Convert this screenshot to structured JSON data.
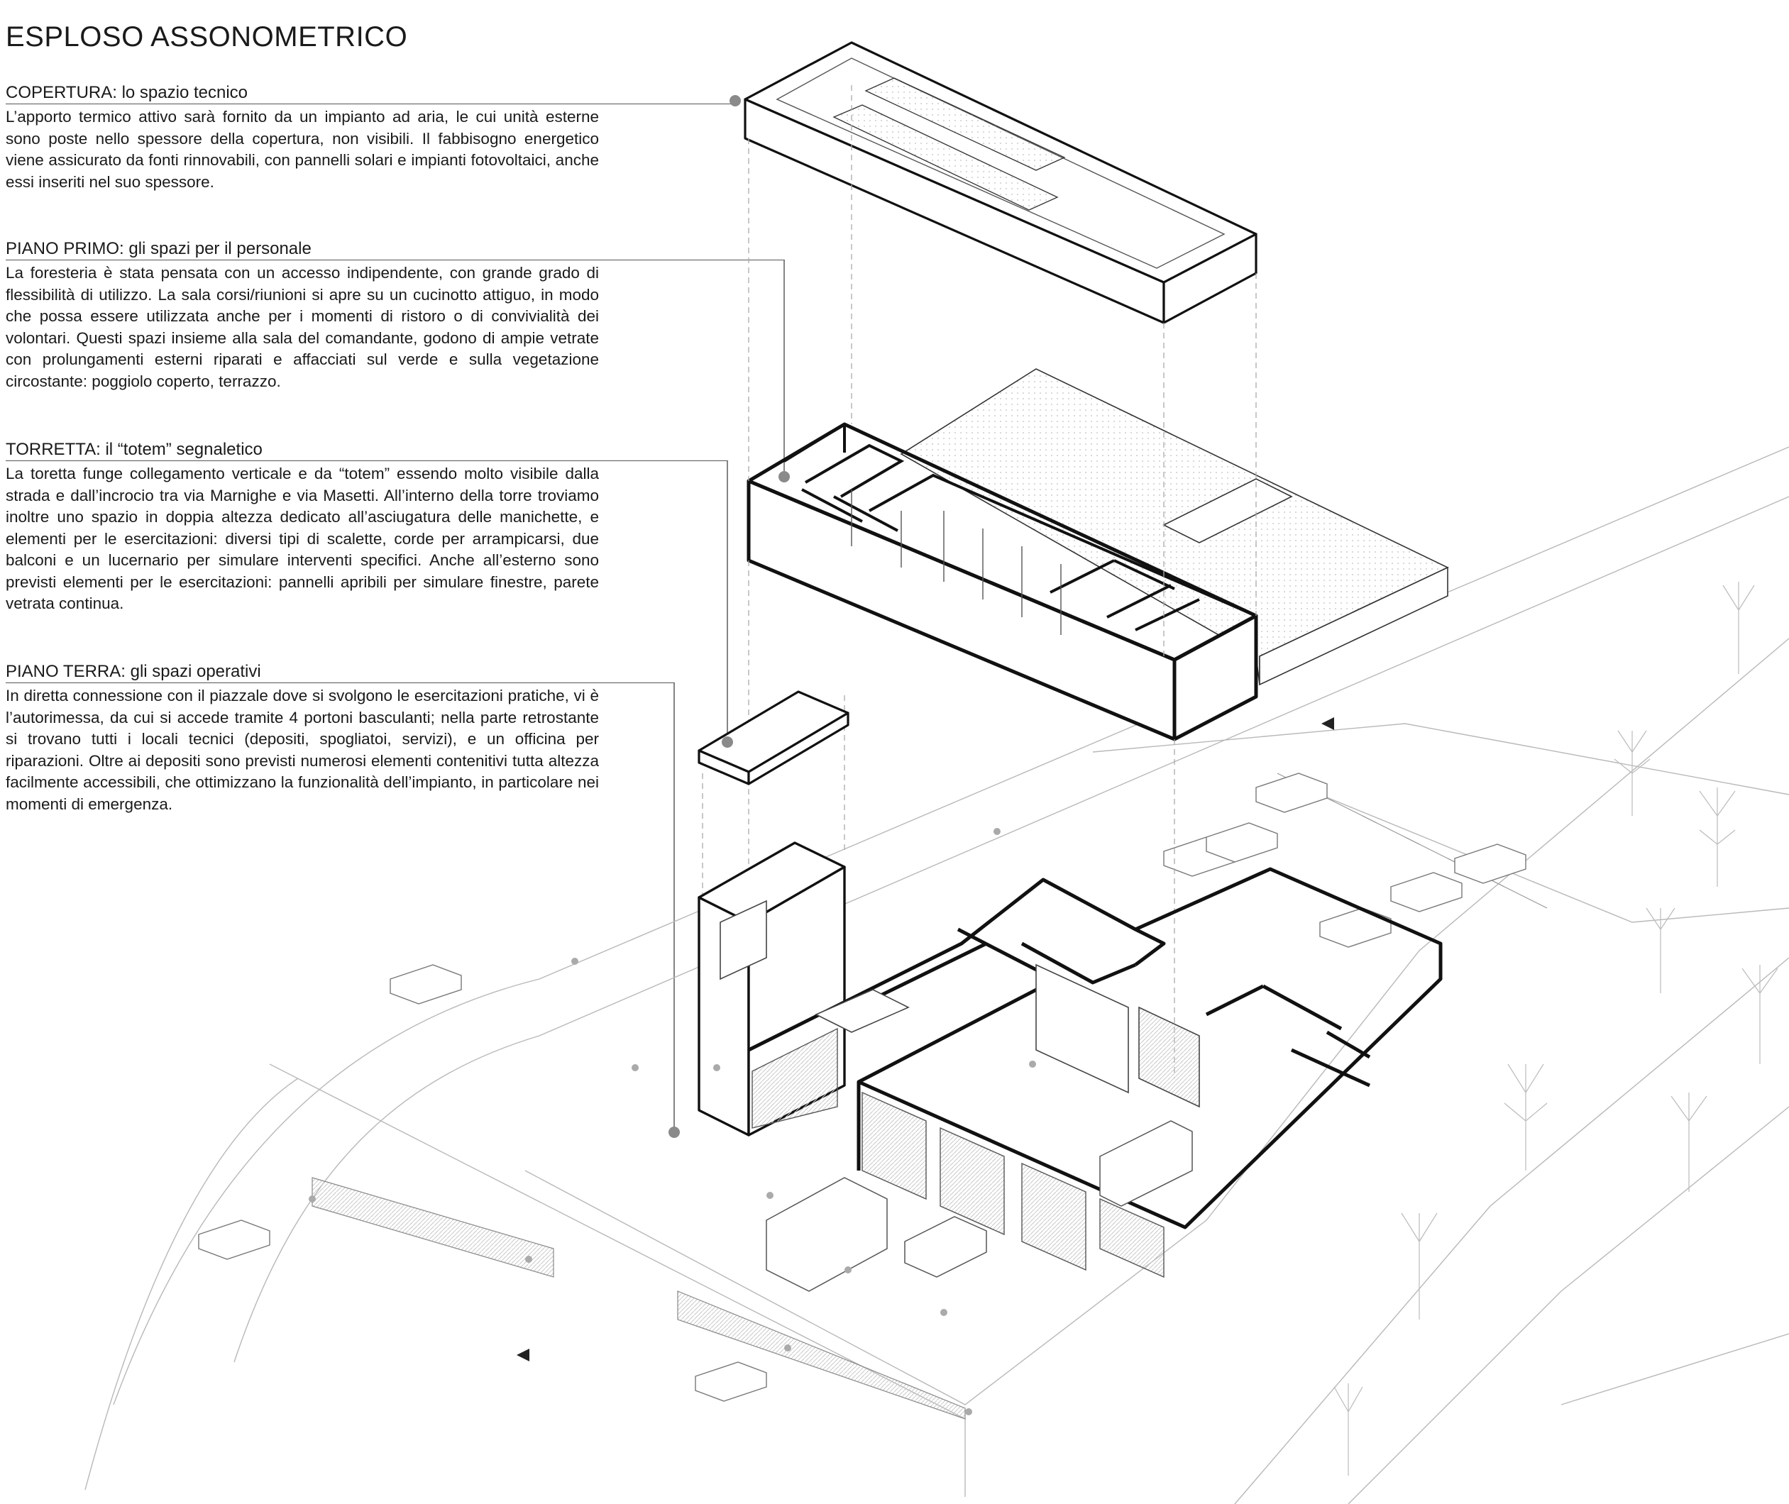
{
  "title": "ESPLOSO ASSONOMETRICO",
  "sections": [
    {
      "heading": "COPERTURA: lo spazio tecnico",
      "body": "L’apporto termico attivo sarà fornito da un impianto ad aria, le cui unità esterne sono poste nello spessore della copertura, non visibili. Il fabbisogno energetico viene assicurato da fonti rinnovabili, con pannelli solari e impianti fotovoltaici, anche essi inseriti nel suo spessore."
    },
    {
      "heading": "PIANO PRIMO: gli spazi per il personale",
      "body": "La foresteria è stata pensata con un accesso indipendente, con grande grado di flessibilità di utilizzo. La sala corsi/riunioni si apre su un cucinotto attiguo, in modo che possa essere utilizzata anche per i momenti di ristoro o di convivialità dei volontari. Questi spazi insieme alla sala del comandante, godono di ampie vetrate con prolungamenti esterni riparati e affacciati sul verde e sulla vegetazione circostante: poggiolo coperto, terrazzo."
    },
    {
      "heading": "TORRETTA: il “totem” segnaletico",
      "body": "La toretta funge collegamento verticale e da “totem” essendo molto visibile dalla strada e dall’incrocio tra via Marnighe e via Masetti. All’interno della torre troviamo inoltre uno spazio in doppia altezza dedicato all’asciugatura delle manichette, e elementi per le esercitazioni: diversi tipi di scalette, corde per arrampicarsi, due balconi e un lucernario per simulare interventi specifici. Anche all’esterno sono previsti elementi per le esercitazioni: pannelli apribili per simulare finestre, parete vetrata continua."
    },
    {
      "heading": "PIANO TERRA: gli spazi operativi",
      "body": "In diretta connessione con il piazzale dove si svolgono le esercitazioni pratiche, vi è l’autorimessa, da cui si accede tramite 4 portoni basculanti; nella parte retrostante si trovano tutti i locali tecnici (depositi, spogliatoi, servizi), e un officina per riparazioni. Oltre ai depositi sono previsti numerosi elementi contenitivi tutta altezza facilmente accessibili, che ottimizzano la funzionalità dell’impianto, in particolare nei momenti di emergenza."
    }
  ],
  "colors": {
    "ink": "#1a1a1a",
    "line": "#555555",
    "light": "#b5b5b5",
    "marker": "#8a8a8a"
  }
}
